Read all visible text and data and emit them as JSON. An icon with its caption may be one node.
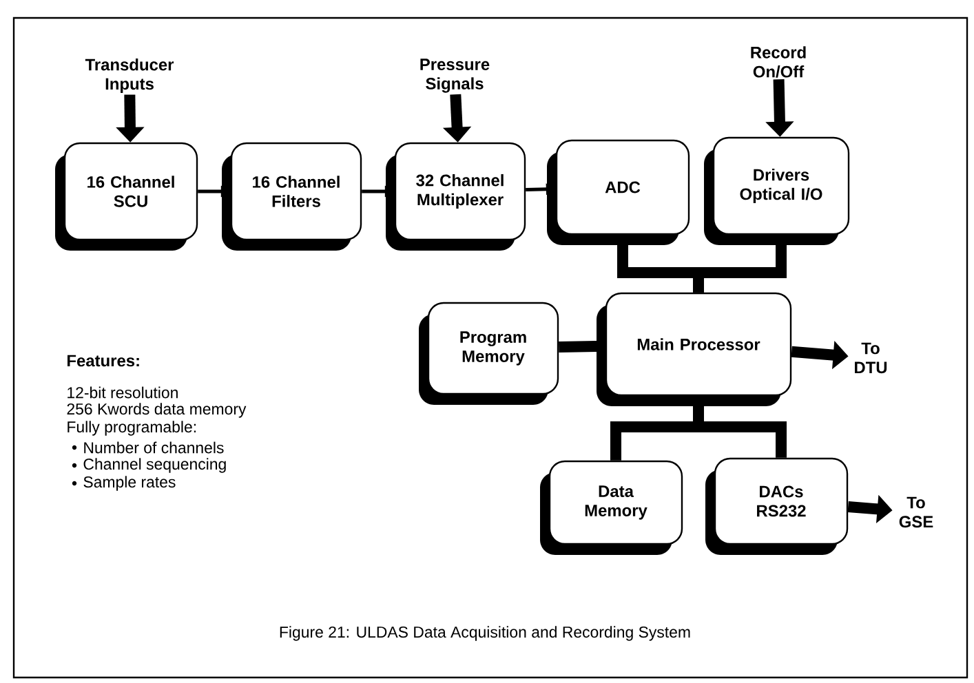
{
  "diagram": {
    "caption": "Figure 21: ULDAS Data Acquisition and Recording System",
    "nodes": [
      {
        "text": [
          "Transducer Inputs"
        ]
      },
      {
        "text": [
          "16 Channel SCU"
        ]
      },
      {
        "text": [
          "Pressure Signals"
        ]
      },
      {
        "text": [
          "16 Channel Filters"
        ]
      },
      {
        "text": [
          "32 Channel Multiplexer"
        ]
      },
      {
        "text": [
          "ADC"
        ]
      },
      {
        "text": [
          "Record On/Off"
        ]
      },
      {
        "text": [
          "Drivers Optical I/O"
        ]
      },
      {
        "text": [
          "Program Memory"
        ]
      },
      {
        "text": [
          "Main Processor"
        ]
      },
      {
        "text": [
          "To DTU"
        ]
      },
      {
        "text": [
          "Data Memory"
        ]
      },
      {
        "text": [
          "DACs RS232"
        ]
      },
      {
        "text": [
          "To GSE"
        ]
      }
    ],
    "edges": [
      {
        "from": 0,
        "to": 1,
        "arrow": "to"
      },
      {
        "from": 2,
        "to": 4,
        "arrow": "to"
      },
      {
        "from": 6,
        "to": 7,
        "arrow": "to"
      },
      {
        "from": 1,
        "to": 3,
        "arrow": "to"
      },
      {
        "from": 3,
        "to": 4,
        "arrow": "to"
      },
      {
        "from": 4,
        "to": 5,
        "arrow": "to"
      },
      {
        "from": 5,
        "to": 9,
        "arrow": "none"
      },
      {
        "from": 7,
        "to": 9,
        "arrow": "none"
      },
      {
        "from": 8,
        "to": 9,
        "arrow": "none"
      },
      {
        "from": 9,
        "to": 10,
        "arrow": "to"
      },
      {
        "from": 9,
        "to": 11,
        "arrow": "none"
      },
      {
        "from": 9,
        "to": 12,
        "arrow": "none"
      },
      {
        "from": 12,
        "to": 13,
        "arrow": "to"
      }
    ],
    "labels": [
      "Features:",
      "12-bit resolution",
      "256 Kwords data memory",
      "Fully programable:",
      "Number of channels",
      "Channel sequencing",
      "Sample rates"
    ]
  }
}
